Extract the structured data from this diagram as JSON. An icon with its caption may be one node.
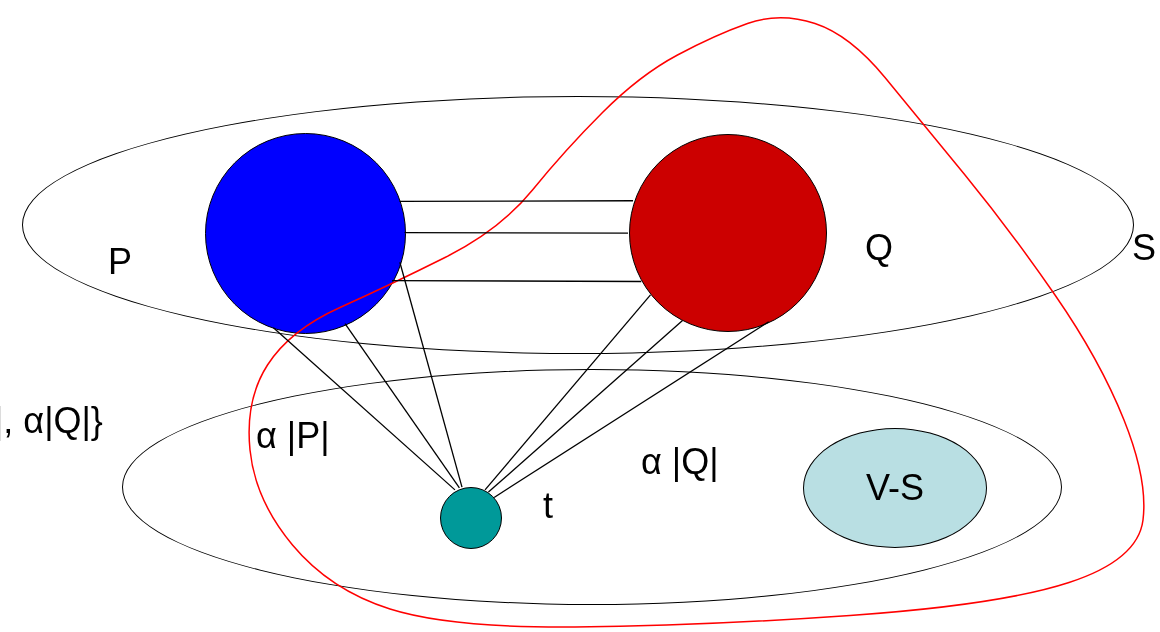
{
  "diagram": {
    "nodes": [
      {
        "text": [],
        "shape": "ellipse",
        "beside": [
          "S"
        ]
      },
      {
        "text": [],
        "shape": "circle",
        "in": 0,
        "beside": [
          "P"
        ]
      },
      {
        "text": [],
        "shape": "circle",
        "in": 0,
        "beside": [
          "Q"
        ]
      },
      {
        "text": [],
        "shape": "ellipse"
      },
      {
        "text": [],
        "shape": "circle",
        "in": 3,
        "beside": [
          "t"
        ]
      },
      {
        "text": [
          "V-S"
        ],
        "in": 3
      }
    ],
    "edges": [
      {
        "from": 1,
        "to": 2,
        "arrow": "none"
      },
      {
        "from": 1,
        "to": 2,
        "arrow": "none"
      },
      {
        "from": 1,
        "to": 2,
        "arrow": "none"
      },
      {
        "from": 1,
        "to": 4,
        "arrow": "none"
      },
      {
        "from": 1,
        "to": 4,
        "arrow": "none"
      },
      {
        "from": 1,
        "to": 4,
        "arrow": "none"
      },
      {
        "from": 2,
        "to": 4,
        "arrow": "none"
      },
      {
        "from": 2,
        "to": 4,
        "arrow": "none"
      },
      {
        "from": 2,
        "to": 4,
        "arrow": "none"
      }
    ],
    "labels": [
      "|, α|Q|}",
      "α |P|",
      "α |Q|"
    ]
  }
}
